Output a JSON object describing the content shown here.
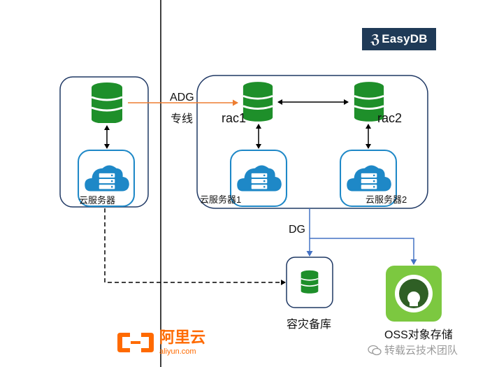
{
  "labels": {
    "adg_line1": "ADG",
    "adg_line2": "专线",
    "rac1": "rac1",
    "rac2": "rac2",
    "cloud_server_left": "云服务器",
    "cloud_server_1": "云服务器1",
    "cloud_server_2": "云服务器2",
    "dg": "DG",
    "dr_db": "容灾备库",
    "oss": "OSS对象存储"
  },
  "logos": {
    "easydb": "EasyDB",
    "aliyun_cn": "阿里云",
    "aliyun_url": "aliyun.com"
  },
  "watermark": "转载云技术团队",
  "colors": {
    "db_green": "#1e8f2a",
    "cloud_blue": "#1e88c7",
    "adg_orange": "#ed7d31",
    "dg_blue": "#4472c4",
    "frame_border": "#1f3864",
    "aliyun_orange": "#ff6a00",
    "easydb_bg": "#1f3a57",
    "oss_green": "#7cc840"
  },
  "icons": [
    "database-icon",
    "cloud-server-icon",
    "oss-icon",
    "aliyun-logo-icon",
    "wechat-icon"
  ]
}
